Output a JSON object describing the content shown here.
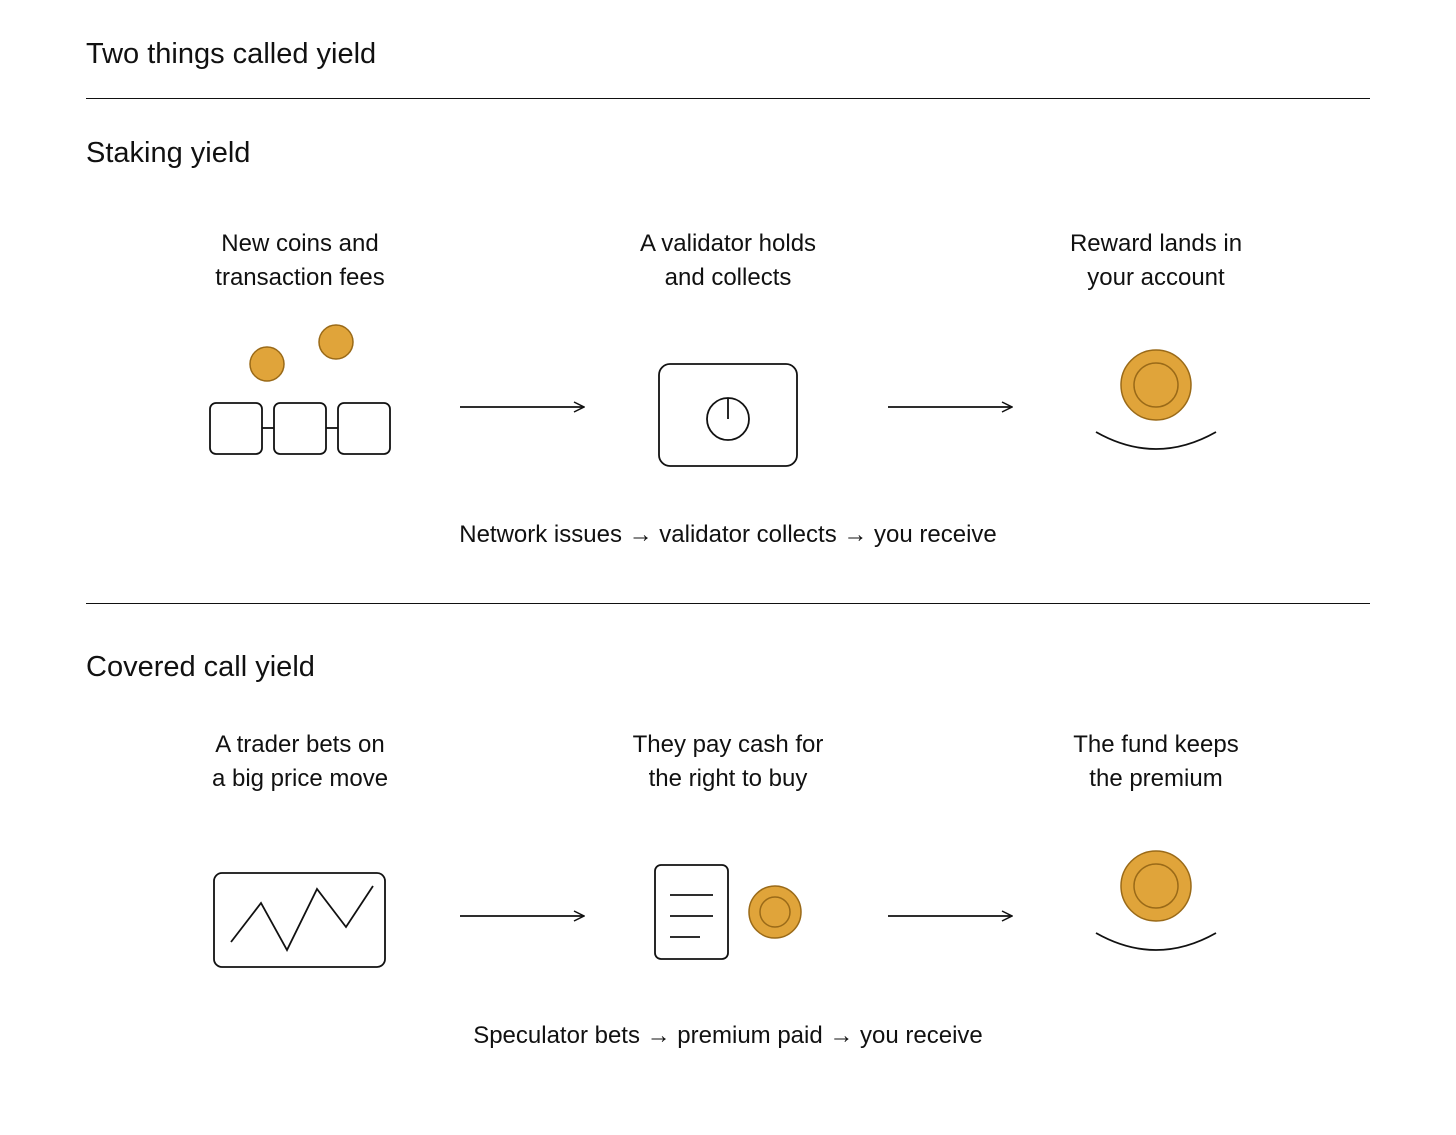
{
  "title": "Two things called yield",
  "colors": {
    "coin_fill": "#E0A43A",
    "coin_stroke": "#9A6A18",
    "line": "#111111"
  },
  "staking": {
    "heading": "Staking yield",
    "steps": [
      {
        "caption_line1": "New coins and",
        "caption_line2": "transaction fees",
        "icon": "blockchain-icon"
      },
      {
        "caption_line1": "A validator holds",
        "caption_line2": "and collects",
        "icon": "validator-icon"
      },
      {
        "caption_line1": "Reward lands in",
        "caption_line2": "your account",
        "icon": "coin-in-hand-icon"
      }
    ],
    "summary": "Network issues → validator collects → you receive"
  },
  "covered_call": {
    "heading": "Covered call yield",
    "steps": [
      {
        "caption_line1": "A trader bets on",
        "caption_line2": "a big price move",
        "icon": "price-chart-icon"
      },
      {
        "caption_line1": "They pay cash for",
        "caption_line2": "the right to buy",
        "icon": "contract-and-coin-icon"
      },
      {
        "caption_line1": "The fund keeps",
        "caption_line2": "the premium",
        "icon": "coin-in-hand-icon"
      }
    ],
    "summary": "Speculator bets → premium paid → you receive"
  }
}
